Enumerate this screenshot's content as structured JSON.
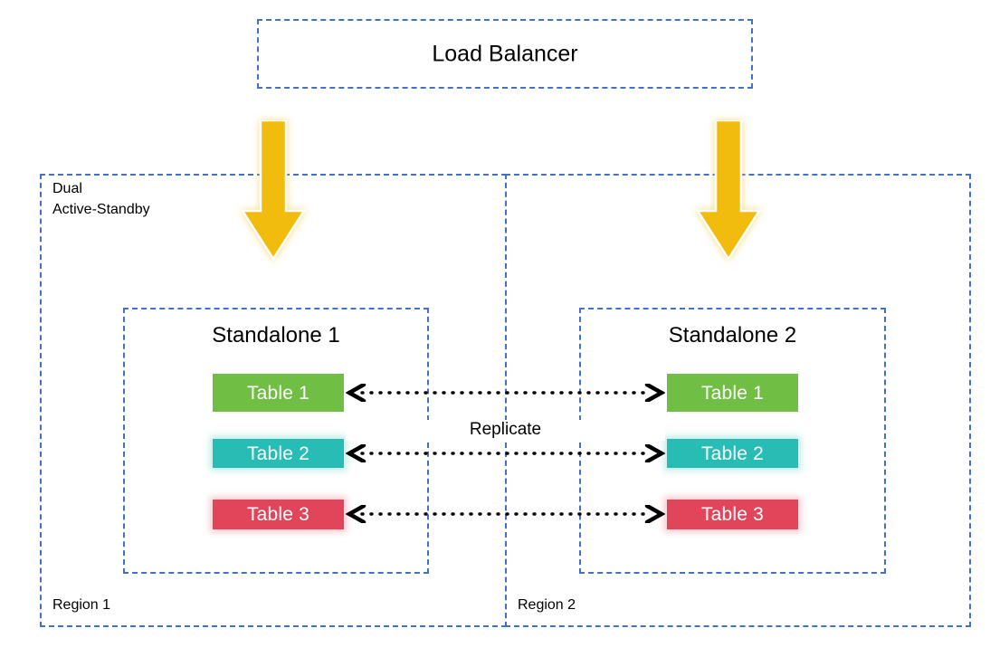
{
  "diagram": {
    "load_balancer": {
      "label": "Load Balancer"
    },
    "dual_label": "Dual\nActive-Standby",
    "replicate_label": "Replicate",
    "regions": [
      {
        "id": "region-1",
        "label": "Region 1"
      },
      {
        "id": "region-2",
        "label": "Region 2"
      }
    ],
    "standalones": [
      {
        "id": "standalone-1",
        "title": "Standalone 1",
        "tables": [
          {
            "label": "Table 1",
            "color": "#70BE44"
          },
          {
            "label": "Table 2",
            "color": "#28BDB4"
          },
          {
            "label": "Table 3",
            "color": "#E14559"
          }
        ]
      },
      {
        "id": "standalone-2",
        "title": "Standalone 2",
        "tables": [
          {
            "label": "Table 1",
            "color": "#70BE44"
          },
          {
            "label": "Table 2",
            "color": "#28BDB4"
          },
          {
            "label": "Table 3",
            "color": "#E14559"
          }
        ]
      }
    ],
    "arrows": [
      {
        "name": "traffic-arrow-left",
        "direction": "down",
        "color": "#F2BC0F"
      },
      {
        "name": "traffic-arrow-right",
        "direction": "down",
        "color": "#F2BC0F"
      }
    ],
    "replication_links": [
      {
        "name": "replicate-link-table-1",
        "style": "dotted",
        "heads": "both"
      },
      {
        "name": "replicate-link-table-2",
        "style": "dotted",
        "heads": "both"
      },
      {
        "name": "replicate-link-table-3",
        "style": "dotted",
        "heads": "both"
      }
    ],
    "colors": {
      "dashed_border": "#4272C8",
      "arrow": "#F2BC0F",
      "table_1": "#70BE44",
      "table_2": "#28BDB4",
      "table_3": "#E14559",
      "text": "#000000",
      "background": "#FFFFFF"
    }
  }
}
